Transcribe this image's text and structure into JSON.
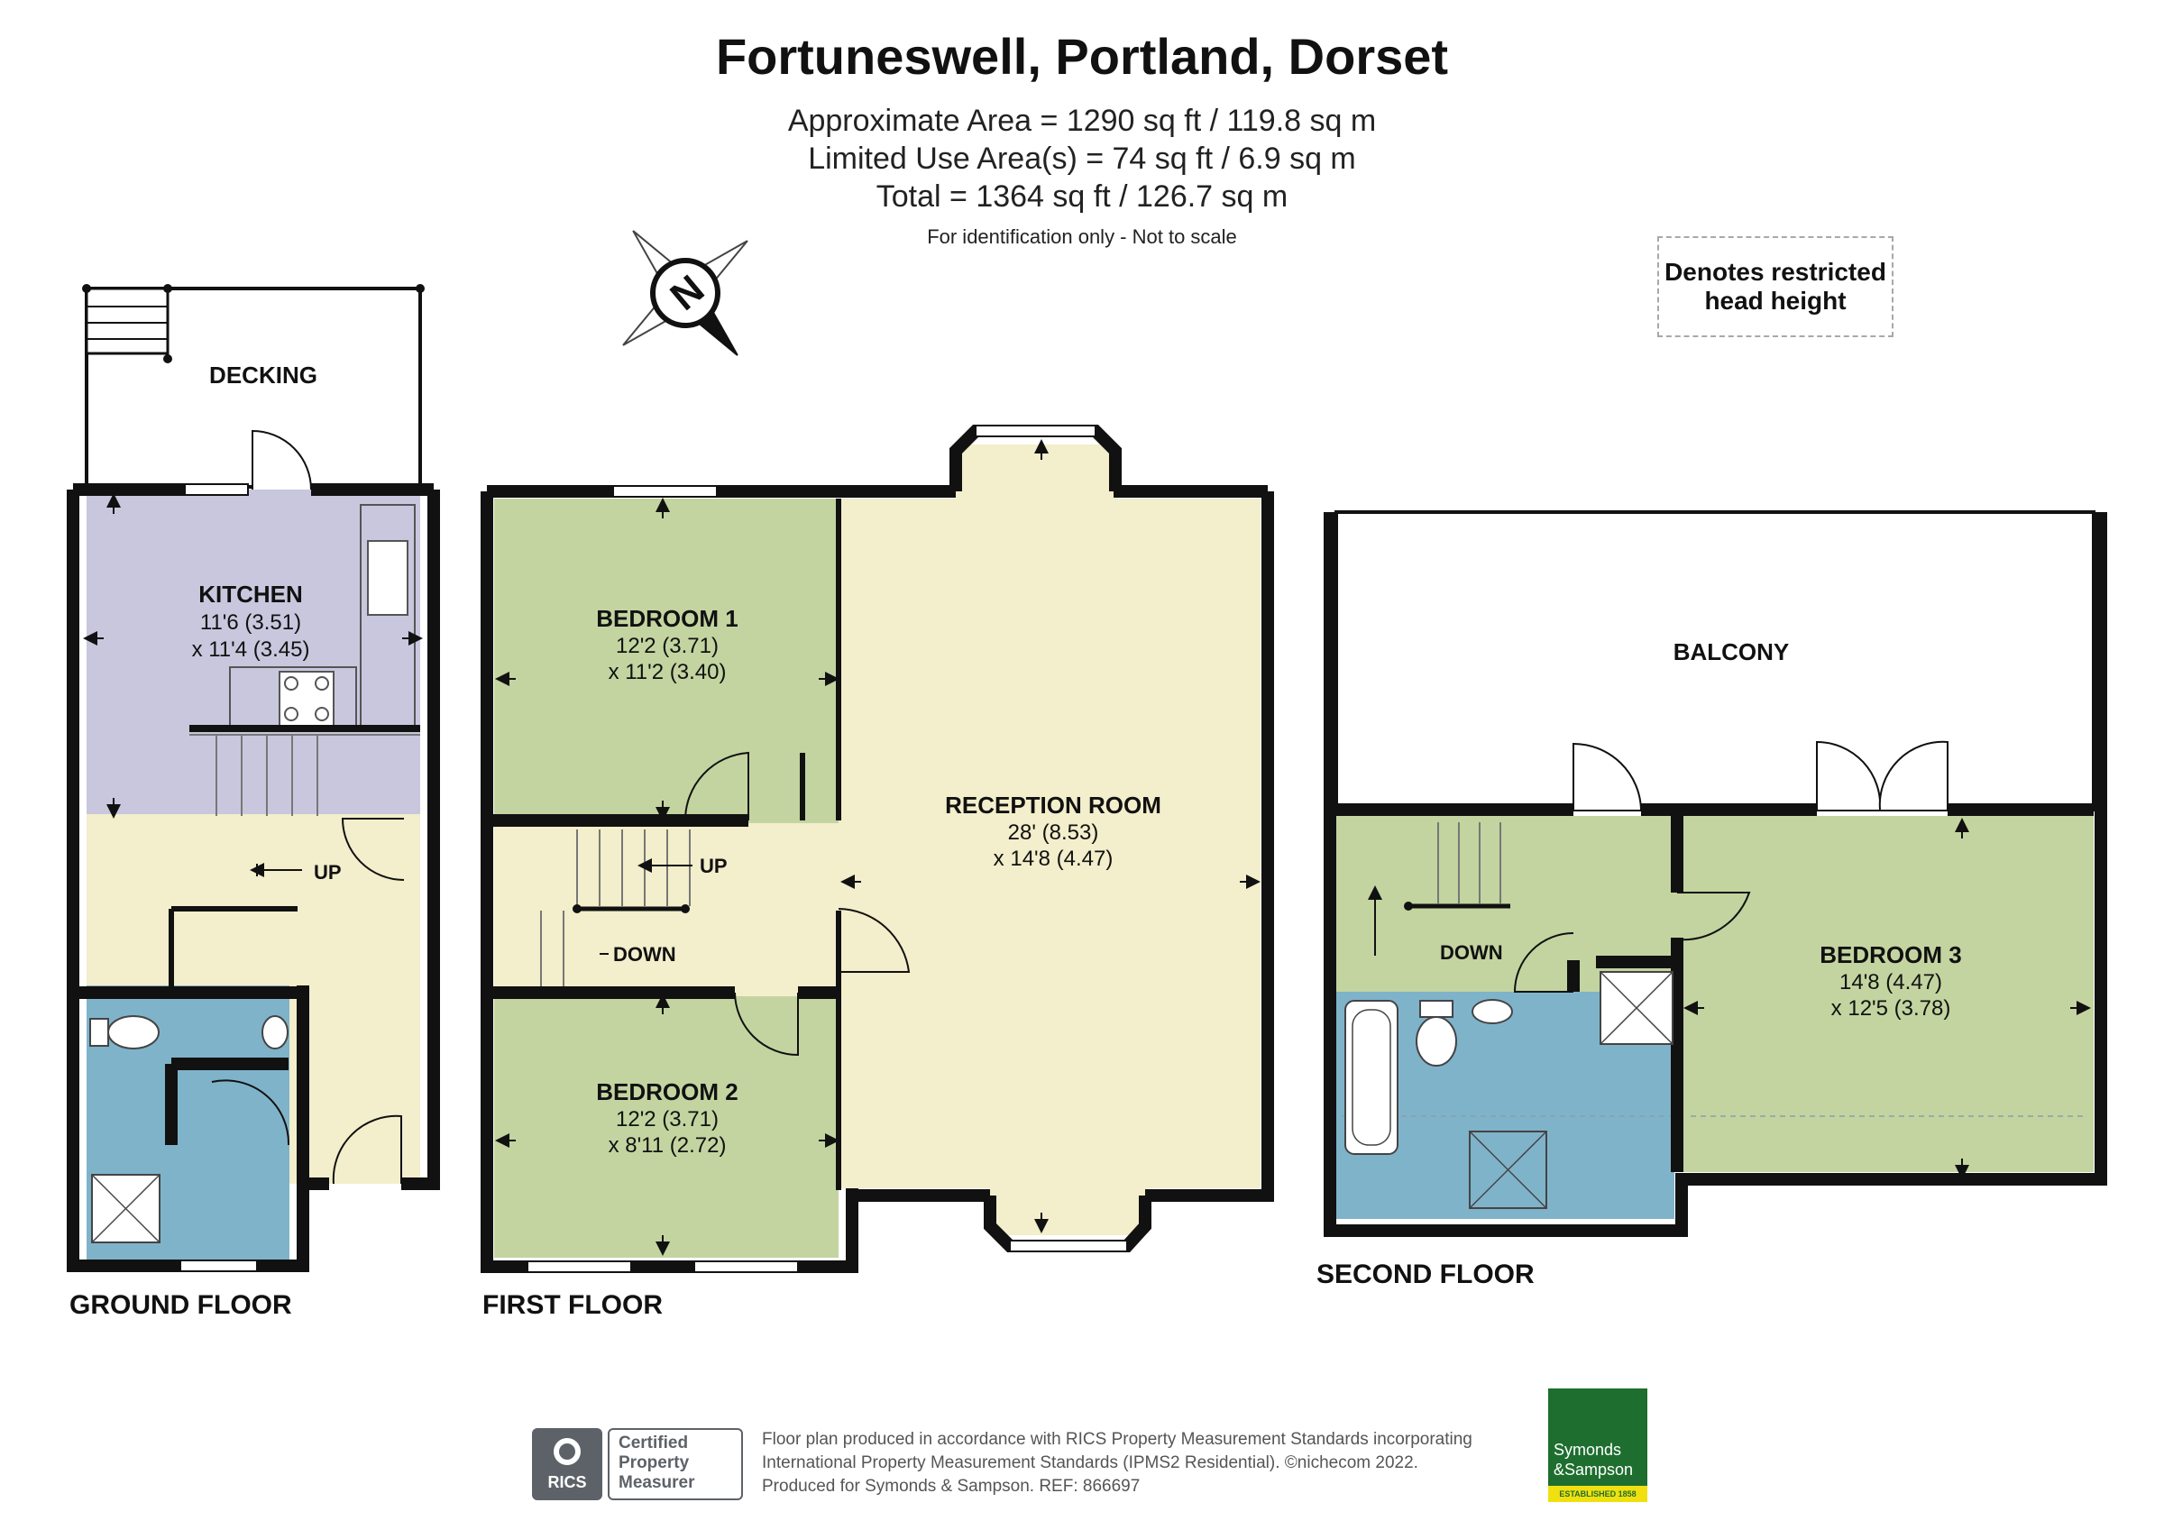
{
  "header": {
    "title": "Fortuneswell, Portland, Dorset",
    "area_line": "Approximate Area = 1290 sq ft / 119.8 sq m",
    "limited_line": "Limited Use Area(s) = 74 sq ft / 6.9 sq m",
    "total_line": "Total = 1364 sq ft / 126.7 sq m",
    "note": "For identification only - Not to scale"
  },
  "legend": {
    "line1": "Denotes restricted",
    "line2": "head height"
  },
  "compass": {
    "letter": "N"
  },
  "colors": {
    "kitchen": "#c9c7de",
    "hall": "#f3eecb",
    "bath": "#7fb3ca",
    "bedroom": "#c3d4a0",
    "reception": "#f3eecb",
    "wall": "#111111",
    "brand_green": "#1e6e2f"
  },
  "ground_floor": {
    "label": "GROUND FLOOR",
    "decking": "DECKING",
    "kitchen": {
      "name": "KITCHEN",
      "dim1": "11'6 (3.51)",
      "dim2": "x 11'4 (3.45)"
    },
    "up": "UP"
  },
  "first_floor": {
    "label": "FIRST FLOOR",
    "bedroom1": {
      "name": "BEDROOM 1",
      "dim1": "12'2 (3.71)",
      "dim2": "x 11'2 (3.40)"
    },
    "bedroom2": {
      "name": "BEDROOM 2",
      "dim1": "12'2 (3.71)",
      "dim2": "x 8'11 (2.72)"
    },
    "reception": {
      "name": "RECEPTION ROOM",
      "dim1": "28' (8.53)",
      "dim2": "x 14'8 (4.47)"
    },
    "up": "UP",
    "down": "DOWN"
  },
  "second_floor": {
    "label": "SECOND FLOOR",
    "balcony": "BALCONY",
    "bedroom3": {
      "name": "BEDROOM 3",
      "dim1": "14'8 (4.47)",
      "dim2": "x 12'5 (3.78)"
    },
    "down": "DOWN"
  },
  "footer": {
    "rics_word": "RICS",
    "cert_line1": "Certified",
    "cert_line2": "Property",
    "cert_line3": "Measurer",
    "text1": "Floor plan produced in accordance with RICS Property Measurement Standards incorporating",
    "text2": "International Property Measurement Standards (IPMS2 Residential).   ©nichecom 2022.",
    "text3": "Produced for Symonds & Sampson.   REF:  866697",
    "brand1": "Symonds",
    "brand2": "&Sampson",
    "established": "ESTABLISHED 1858"
  }
}
